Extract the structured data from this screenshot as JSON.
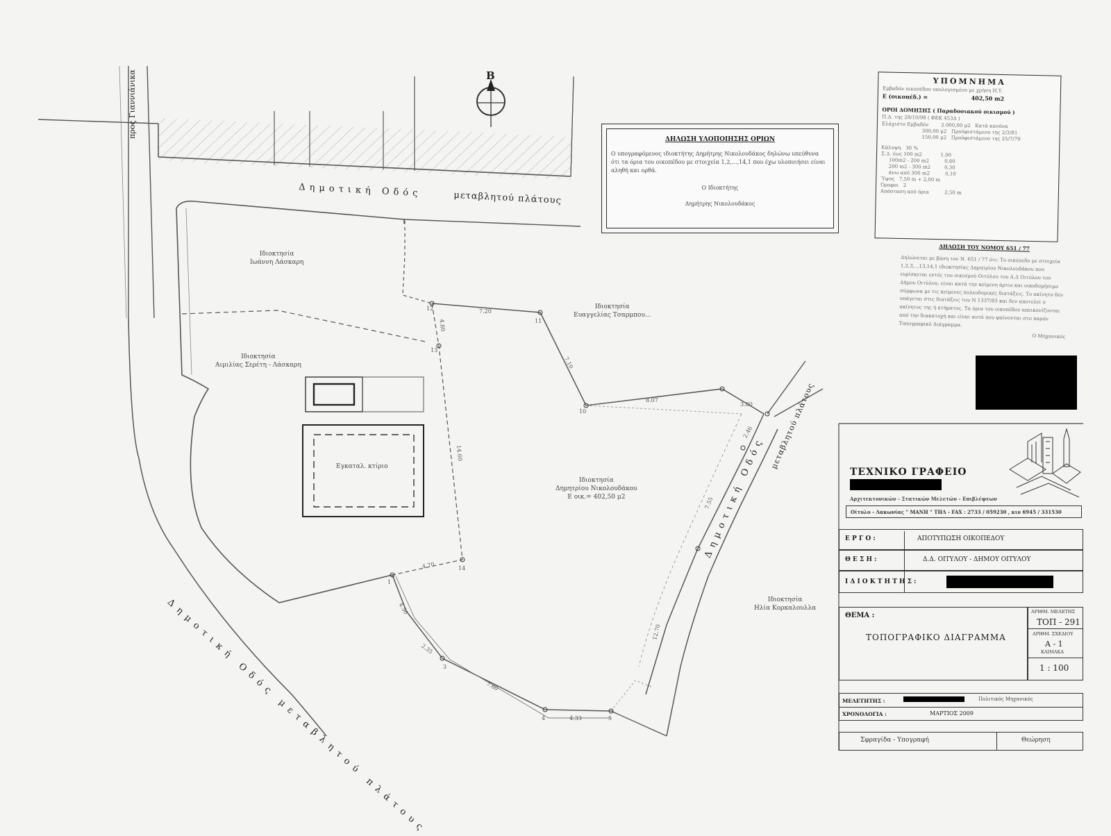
{
  "north": {
    "label": "B"
  },
  "roads": {
    "top": [
      "Δημοτική Οδός",
      "μεταβλητού πλάτους"
    ],
    "left": "Δημοτική Οδός μεταβλητού πλάτους",
    "right": [
      "Δημοτική Οδός",
      "μεταβλητού πλάτους"
    ],
    "corner": "προς Γιαννιάνικα"
  },
  "properties": [
    {
      "name": "prop-lasiari",
      "line1": "Ιδιοκτησία",
      "line2": "Ιωάννη Λάσκαρη"
    },
    {
      "name": "prop-sereti",
      "line1": "Ιδιοκτησία",
      "line2": "Αιμιλίας Σερέτη - Λάσκαρη"
    },
    {
      "name": "prop-tsarmpou",
      "line1": "Ιδιοκτησία",
      "line2": "Ευαγγελίας Τσαρμπου..."
    },
    {
      "name": "prop-nikoloudakos",
      "line1": "Ιδιοκτησία",
      "line2": "Δημητρίου Νικολουδάκου",
      "line3": "Ε οικ.= 402,50 μ2"
    },
    {
      "name": "prop-korkaloula",
      "line1": "Ιδιοκτησία",
      "line2": "Ηλία Κορκαλουλλα"
    }
  ],
  "building_label": "Εγκαταλ. κτίριο",
  "vertices": [
    "1",
    "3",
    "4",
    "5",
    "10",
    "11",
    "12",
    "13",
    "14"
  ],
  "dimensions": [
    "7.20",
    "4.80",
    "7.10",
    "8.07",
    "3.80",
    "2.46",
    "7.55",
    "14.60",
    "4.70",
    "4.50",
    "2.35",
    "7.60",
    "4.33",
    "12.70"
  ],
  "declaration": {
    "title": "ΔΗΛΩΣΗ ΥΛΟΠΟΙΗΣΗΣ ΟΡΙΩΝ",
    "body": "Ο υπογραφόμενος ιδιοκτήτης Δημήτρης Νικολουδάκος δηλώνω υπεύθυνα ότι τα όρια του οικοπέδου με στοιχεία 1,2,...,14,1 που έχω υλοποιήσει είναι αληθή και ορθά.",
    "signer_role": "Ο Ιδιοκτήτης",
    "signer_name": "Δημήτρης Νικολουδάκος"
  },
  "legend": {
    "title": "ΥΠΟΜΝΗΜΑ",
    "line1": "Εμβαδόν οικοπέδου υπολογισμένο με χρήση Η.Υ.",
    "area_label": "Ε (οικοπέδ.) =",
    "area_value": "402,50 m2",
    "terms_title": "ΟΡΟΙ ΔΟΜΗΣΗΣ ( Παραδοσιακού οικισμού )",
    "pd": "Π.Δ. της 28/10/98 ( ΦΕΚ 453Δ )",
    "rows": [
      "Ελάχιστο Εμβαδόν        2.000,00 μ2   Κατά κανόνα",
      "                          300,00 μ2   Προϋφιστάμενο της 2/3/81",
      "                          150,00 μ2   Προϋφιστάμενο της 25/7/79",
      "Κάλυψη   30 %",
      "Σ.Δ. έως 100 m2            1,00",
      "     100m2 - 200 m2          0,60",
      "     200 m2 - 300 m2         0,30",
      "     άνω από 300 m2          0,10",
      "Ύψος   7,50 m + 2,00 m",
      "Όροφοι   2",
      "Απόσταση από όρια          2,50 m"
    ]
  },
  "law": {
    "title": "ΔΗΛΩΣΗ ΤΟΥ ΝΟΜΟΥ 651 / 77",
    "body": "Δηλώνεται με βάση τον Ν. 651 / 77 ότι: Το οικόπεδο με στοιχεία 1,2,3,...13,14,1 ιδιοκτησίας Δημητρίου Νικολουδάκου που ευρίσκεται εντός του οικισμού Οιτύλου του Δ.Δ Οιτύλου του Δήμου Οιτύλου, είναι κατά την κείμενη άρτιο και οικοδομήσιμο σύμφωνα με τις κείμενες πολεοδομικές διατάξεις. Το ακίνητο δεν υπάγεται στις διατάξεις του Ν 1337/83 και δεν αποτελεί ο ακίνητος της ή κτήματος. Τα όρια του οικοπέδου απεικονίζονται από την διακατοχή και είναι αυτά που φαίνονται στο παρόν Τοπογραφικό Διάγραμμα.",
    "sign": "Ο Μηχανικός"
  },
  "office": {
    "title": "ΤΕΧΝΙΚΟ   ΓΡΑΦΕΙΟ",
    "subtitle": "Αρχιτεκτονικών - Στατικών Μελετών - Επιβλέψεων",
    "contact": "Οίτυλο - Λακωνίας \" ΜΑΝΗ \" ΤΗΛ - FAX : 2733 / 059230 , κιν 6945 / 331530"
  },
  "project": {
    "ergo_label": "Ε Ρ Γ Ο :",
    "ergo_value": "ΑΠΟΤΥΠΩΣΗ  ΟΙΚΟΠΕΔΟΥ",
    "thesi_label": "Θ Ε Σ Η :",
    "thesi_value": "Δ.Δ. ΟΙΤΥΛΟΥ  -  ΔΗΜΟΥ ΟΙΤΥΛΟΥ",
    "owner_label": "Ι Δ Ι Ο Κ Τ Η Τ Η Σ :"
  },
  "thema": {
    "label": "ΘΕΜΑ :",
    "value": "ΤΟΠΟΓΡΑΦΙΚΟ  ΔΙΑΓΡΑΜΜΑ",
    "study_no_label": "ΑΡΙΘΜ. ΜΕΛΕΤΗΣ",
    "study_no": "ΤΟΠ - 291",
    "drawing_no_label": "ΑΡΙΘΜ. ΣΧΕΔΙΟΥ",
    "drawing_no": "Α - 1",
    "scale_label": "ΚΛΙΜΑΚΑ",
    "scale": "1 : 100"
  },
  "footer": {
    "designer_label": "ΜΕΛΕΤΗΤΗΣ :",
    "designer_role": "Πολιτικός  Μηχανικός",
    "date_label": "ΧΡΟΝΟΛΟΓΙΑ :",
    "date": "ΜΑΡΤΙΟΣ   2009",
    "stamp": "Σφραγίδα  -  Υπογραφή",
    "approval": "Θεώρηση"
  }
}
